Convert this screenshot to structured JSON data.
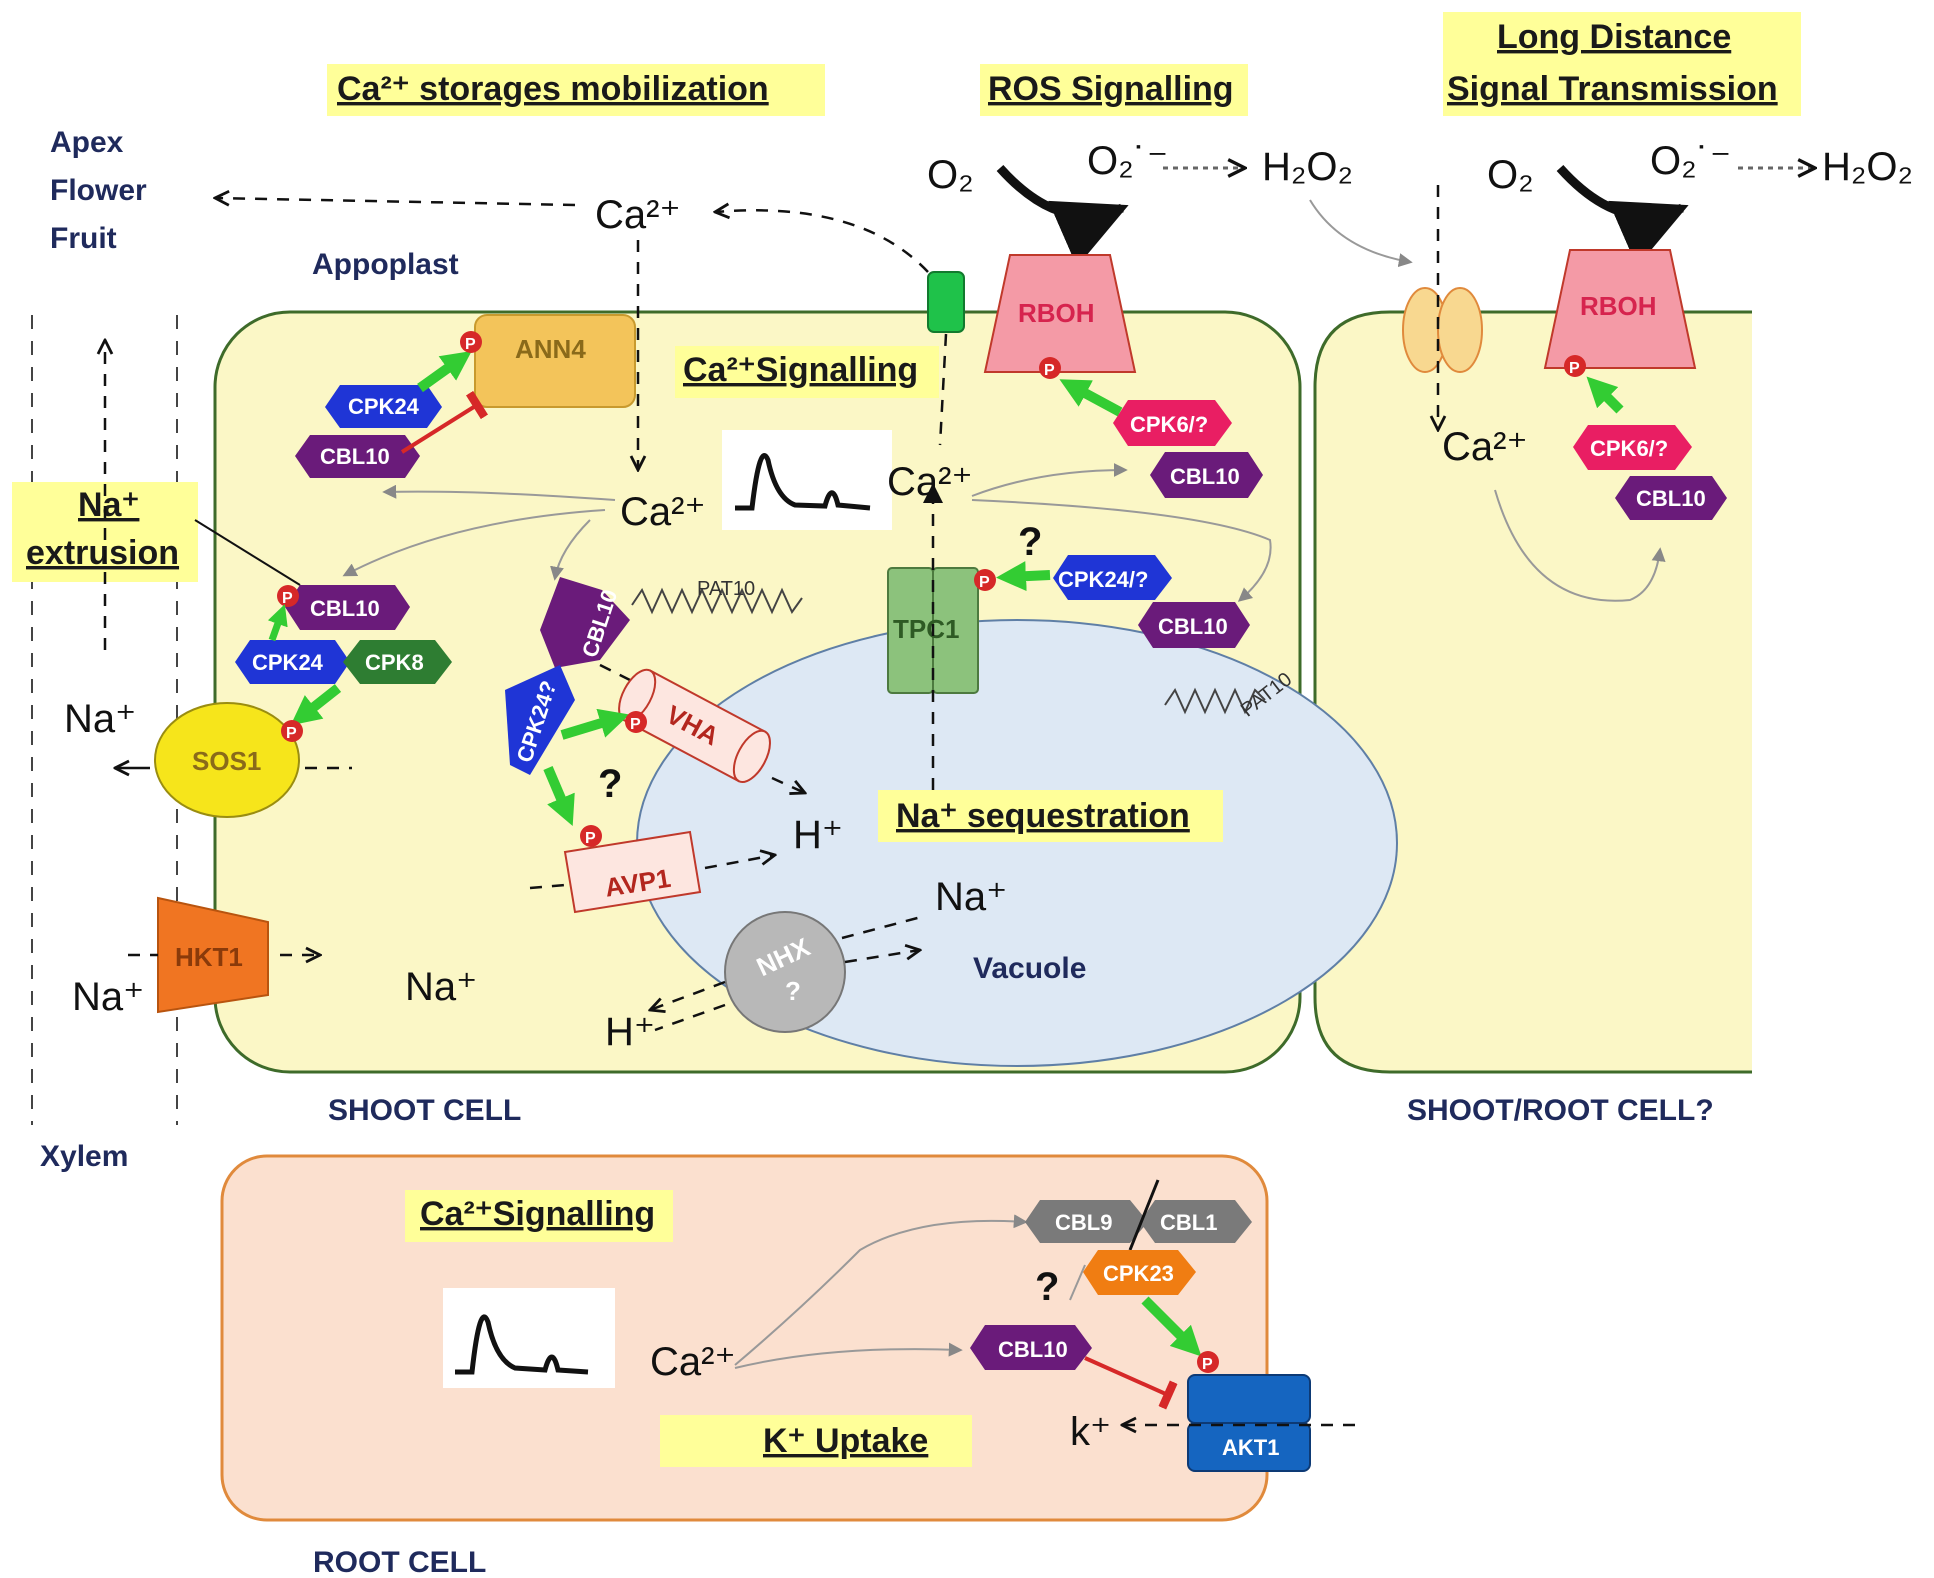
{
  "headings": {
    "ca_mobilization": "Ca²⁺ storages mobilization",
    "ros_signalling": "ROS Signalling",
    "long_distance_1": "Long Distance",
    "long_distance_2": "Signal Transmission",
    "na_extrusion_1": "Na⁺",
    "na_extrusion_2": "extrusion",
    "ca_signalling_shoot": "Ca²⁺Signalling",
    "na_sequestration": "Na⁺ sequestration",
    "ca_signalling_root": "Ca²⁺Signalling",
    "k_uptake": "K⁺ Uptake"
  },
  "locations": {
    "apex": "Apex",
    "flower": "Flower",
    "fruit": "Fruit",
    "appoplast": "Appoplast",
    "xylem": "Xylem",
    "shoot_cell": "SHOOT CELL",
    "shoot_root_cell": "SHOOT/ROOT CELL?",
    "root_cell": "ROOT CELL",
    "vacuole": "Vacuole"
  },
  "ions": {
    "o2": "O₂",
    "o2_superoxide": "O₂˙⁻",
    "h2o2": "H₂O₂",
    "ca": "Ca²⁺",
    "na": "Na⁺",
    "h": "H⁺",
    "k": "k⁺"
  },
  "proteins": {
    "ann4": "ANN4",
    "cpk24": "CPK24",
    "cbl10": "CBL10",
    "cpk8": "CPK8",
    "sos1": "SOS1",
    "hkt1": "HKT1",
    "rboh": "RBOH",
    "cpk6": "CPK6/?",
    "cpk24_q": "CPK24/?",
    "cpk24_qm": "CPK24?",
    "tpc1": "TPC1",
    "vha": "VHA",
    "avp1": "AVP1",
    "nhx": "NHX",
    "nhx_q": "?",
    "pat10": "PAT10",
    "cbl9": "CBL9",
    "cbl1": "CBL1",
    "cpk23": "CPK23",
    "akt1": "AKT1",
    "phospho": "P",
    "unknown": "?"
  },
  "colors": {
    "cell_fill": "#fbf7c6",
    "cell_border": "#3e6b2a",
    "vacuole_fill": "#dde8f4",
    "root_fill": "#fbe0cf",
    "root_border": "#e08a3c",
    "highlight": "#ffff99",
    "cbl10": "#6a1b7a",
    "cpk24": "#1f35d6",
    "cpk8": "#2e7d32",
    "cpk6": "#e91e63",
    "cpk23": "#f07d12",
    "cbl_grey": "#7a7a7a",
    "sos1": "#f6e51b",
    "hkt1": "#f07522",
    "rboh": "#f49aa6",
    "tpc1": "#8cc27c",
    "akt1": "#1565c0",
    "ann4": "#f3c45a",
    "green_arrow": "#33cc33",
    "inhibit": "#d62828"
  }
}
